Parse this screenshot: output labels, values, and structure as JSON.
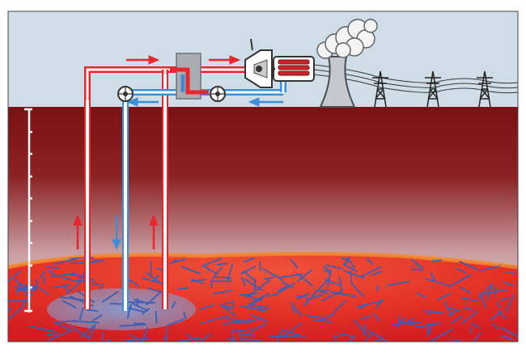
{
  "diagram": {
    "kind": "enhanced geothermal system cross-section",
    "components": [
      {
        "id": "sky",
        "icon": "sky-band"
      },
      {
        "id": "ground",
        "icon": "rock-layers-gradient"
      },
      {
        "id": "fractured-reservoir",
        "icon": "fracture-network"
      },
      {
        "id": "injection-well",
        "icon": "blue-well-pipe"
      },
      {
        "id": "production-well-left",
        "icon": "red-well-pipe"
      },
      {
        "id": "production-well-right",
        "icon": "red-well-pipe"
      },
      {
        "id": "pump-left",
        "icon": "pump-wheel"
      },
      {
        "id": "pump-right",
        "icon": "pump-wheel"
      },
      {
        "id": "heat-exchanger",
        "icon": "grey-box"
      },
      {
        "id": "turbine",
        "icon": "turbine"
      },
      {
        "id": "generator",
        "icon": "generator-coil"
      },
      {
        "id": "cooling-tower",
        "icon": "cooling-tower-with-steam"
      },
      {
        "id": "power-lines",
        "icon": "transmission-towers"
      },
      {
        "id": "depth-scale",
        "icon": "vertical-scale-ticks"
      }
    ],
    "flows": [
      {
        "from": "production-wells",
        "to": "turbine",
        "color": "hot-red"
      },
      {
        "from": "generator",
        "to": "injection-well",
        "color": "cold-blue"
      }
    ],
    "colors": {
      "sky": "#cfdde6",
      "ground_top": "#7d1416",
      "ground_bottom": "#dcd0d2",
      "hot": "#e8262b",
      "cold": "#3b8fd9",
      "reservoir": "#e3422a",
      "fracture": "#3a5bb0",
      "steam": "#f4f4f4",
      "tower": "#c5c8cc"
    }
  }
}
